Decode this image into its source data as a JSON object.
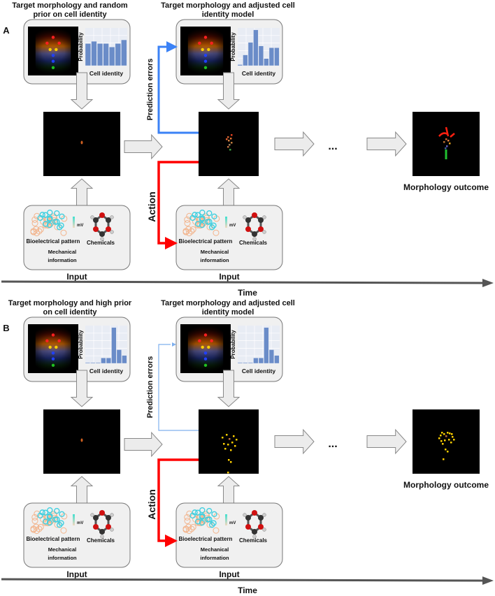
{
  "panels": [
    {
      "label": "A",
      "target_box_1": {
        "title_line1": "Target morphology and random",
        "title_line2": "prior on cell identity",
        "histogram": {
          "ylabel": "Probability",
          "xlabel": "Cell identity",
          "values": [
            0.62,
            0.68,
            0.62,
            0.62,
            0.52,
            0.62,
            0.72
          ]
        }
      },
      "target_box_2": {
        "title_line1": "Target morphology and adjusted cell",
        "title_line2": "identity model",
        "histogram": {
          "ylabel": "Probability",
          "xlabel": "Cell identity",
          "values": [
            0.03,
            0.3,
            0.65,
            1.0,
            0.55,
            0.2,
            0.5,
            0.5
          ]
        }
      },
      "prediction_errors_label": "Prediction errors",
      "action_label": "Action",
      "ellipsis": "...",
      "outcome_label": "Morphology outcome",
      "outcome_style": "multicolor",
      "inputs": [
        {
          "bioelectrical": "Bioelectrical pattern",
          "mv": "mV",
          "chemicals": "Chemicals",
          "mechanical_line1": "Mechanical",
          "mechanical_line2": "information",
          "caption": "Input"
        },
        {
          "bioelectrical": "Bioelectrical pattern",
          "mv": "mV",
          "chemicals": "Chemicals",
          "mechanical_line1": "Mechanical",
          "mechanical_line2": "information",
          "caption": "Input"
        }
      ],
      "time_label": "Time",
      "colors": {
        "prediction": "#3b82f6",
        "action": "#ff0000"
      }
    },
    {
      "label": "B",
      "target_box_1": {
        "title_line1": "Target morphology and high prior",
        "title_line2": "on cell identity",
        "histogram": {
          "ylabel": "Probability",
          "xlabel": "Cell identity",
          "values": [
            0.02,
            0.02,
            0.02,
            0.15,
            0.15,
            1.0,
            0.38,
            0.22
          ]
        }
      },
      "target_box_2": {
        "title_line1": "Target morphology and adjusted cell",
        "title_line2": "identity model",
        "histogram": {
          "ylabel": "Probability",
          "xlabel": "Cell identity",
          "values": [
            0.02,
            0.02,
            0.02,
            0.15,
            0.15,
            1.0,
            0.38,
            0.22
          ]
        }
      },
      "prediction_errors_label": "Prediction errors",
      "action_label": "Action",
      "ellipsis": "...",
      "outcome_label": "Morphology outcome",
      "outcome_style": "yellow",
      "inputs": [
        {
          "bioelectrical": "Bioelectrical pattern",
          "mv": "mV",
          "chemicals": "Chemicals",
          "mechanical_line1": "Mechanical",
          "mechanical_line2": "information",
          "caption": "Input"
        },
        {
          "bioelectrical": "Bioelectrical pattern",
          "mv": "mV",
          "chemicals": "Chemicals",
          "mechanical_line1": "Mechanical",
          "mechanical_line2": "information",
          "caption": "Input"
        }
      ],
      "time_label": "Time",
      "colors": {
        "prediction": "#7fb0ee",
        "action": "#ff0000"
      }
    }
  ]
}
